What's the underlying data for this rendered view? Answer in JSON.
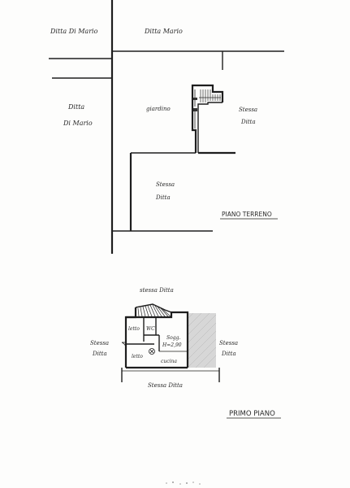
{
  "ground_floor": {
    "title": "PIANO TERRENO",
    "labels": {
      "ditta_mario_top_left": "Ditta Di Mario",
      "ditta_mario_top_right": "Ditta Mario",
      "ditta_line1": "Ditta",
      "ditta_line2": "Di Mario",
      "giardino": "giardino",
      "stessa_right_1": "Stessa",
      "stessa_right_2": "Ditta",
      "stessa_bottom_1": "Stessa",
      "stessa_bottom_2": "Ditta"
    }
  },
  "first_floor": {
    "title": "PRIMO PIANO",
    "labels": {
      "top": "stessa Ditta",
      "left_1": "Stessa",
      "left_2": "Ditta",
      "right_1": "Stessa",
      "right_2": "Ditta",
      "bottom": "Stessa Ditta",
      "letto_1": "letto",
      "letto_2": "letto",
      "wc": "WC",
      "sogg_1": "Sogg.",
      "sogg_2": "H=2,90",
      "cucina": "cucina"
    }
  }
}
